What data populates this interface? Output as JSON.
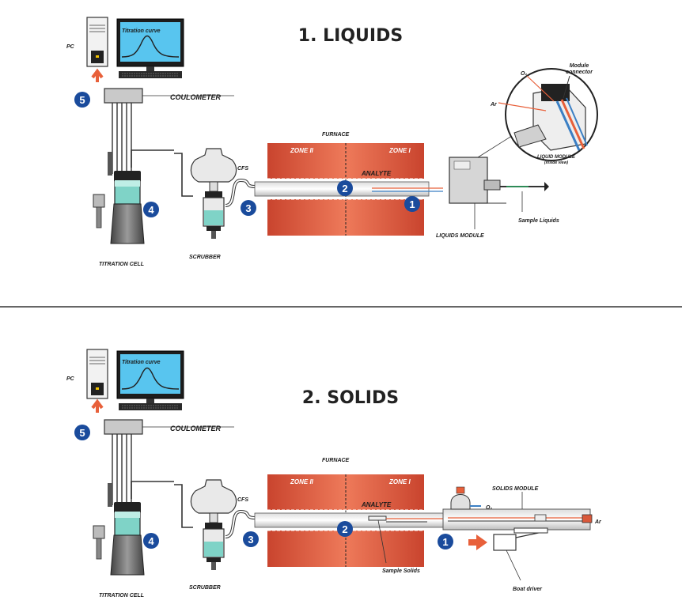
{
  "liquids": {
    "title": "1. LIQUIDS",
    "pc": "PC",
    "screen": "Titration curve",
    "coulometer": "COULOMETER",
    "furnace": "FURNACE",
    "zone2": "ZONE II",
    "zone1": "ZONE I",
    "analyte": "ANALYTE",
    "cfs": "CFS",
    "titration_cell": "TITRATION CELL",
    "scrubber": "SCRUBBER",
    "liquids_module": "LIQUIDS MODULE",
    "sample": "Sample Liquids",
    "o2": "O₂",
    "ar": "Ar",
    "module_connector_1": "Module",
    "module_connector_2": "connector",
    "inset_1": "LIQUID MODULE",
    "inset_2": "(inside view)",
    "n1": "1",
    "n2": "2",
    "n3": "3",
    "n4": "4",
    "n5": "5"
  },
  "solids": {
    "title": "2. SOLIDS",
    "pc": "PC",
    "screen": "Titration curve",
    "coulometer": "COULOMETER",
    "furnace": "FURNACE",
    "zone2": "ZONE II",
    "zone1": "ZONE I",
    "analyte": "ANALYTE",
    "cfs": "CFS",
    "titration_cell": "TITRATION CELL",
    "scrubber": "SCRUBBER",
    "solids_module": "SOLIDS MODULE",
    "sample": "Sample Solids",
    "boat_driver": "Boat driver",
    "o2": "O₂",
    "ar": "Ar",
    "n1": "1",
    "n2": "2",
    "n3": "3",
    "n4": "4",
    "n5": "5"
  },
  "colors": {
    "badge": "#1a4b9c",
    "furnace": "#d9583a",
    "arrow": "#e8603a",
    "teal": "#7fd3c7",
    "screen": "#58c5ef"
  }
}
